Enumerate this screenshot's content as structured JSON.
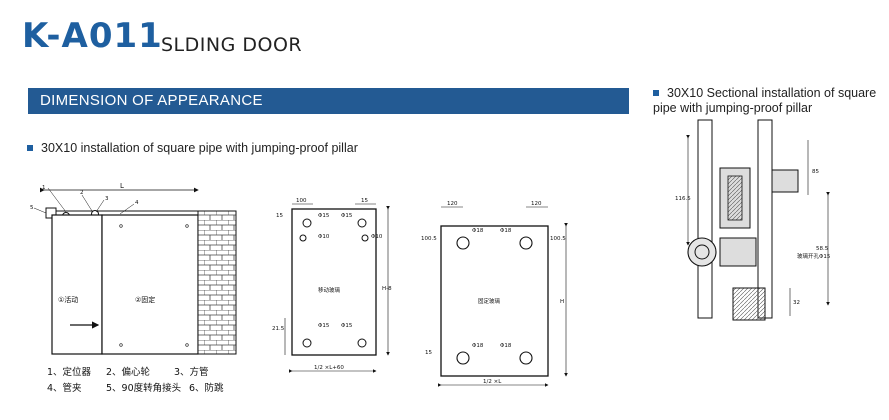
{
  "header": {
    "model_code": "K-A011",
    "product_name": "SLDING DOOR"
  },
  "section": {
    "title": "DIMENSION OF APPEARANCE"
  },
  "captions": {
    "main": "30X10 installation of square pipe with jumping-proof pillar",
    "side": "30X10 Sectional installation of square pipe with jumping-proof pillar"
  },
  "door_drawing": {
    "callouts": [
      "1",
      "2",
      "3",
      "4",
      "5"
    ],
    "length_label": "L",
    "panel_moving": "①活动",
    "panel_fixed": "②固定"
  },
  "legend": {
    "row1": [
      "1、定位器",
      "2、偏心轮",
      "3、方管"
    ],
    "row2": [
      "4、管夹",
      "5、90度转角接头",
      "6、防跳"
    ]
  },
  "moving_panel": {
    "dims_top": [
      "100",
      "15"
    ],
    "holes": [
      "Φ15",
      "Φ15",
      "Φ10",
      "Φ10",
      "Φ15",
      "Φ15"
    ],
    "label": "移动玻璃",
    "dim_side": [
      "21.5",
      "15"
    ],
    "height": "H-8",
    "width": "1/2 ×L+60"
  },
  "fixed_panel": {
    "dims_top": [
      "120",
      "120"
    ],
    "dims_side": [
      "100.5",
      "100.5",
      "15"
    ],
    "holes": [
      "Φ18",
      "Φ18",
      "Φ18",
      "Φ18"
    ],
    "label": "固定玻璃",
    "height": "H",
    "width": "1/2 ×L"
  },
  "section_drawing": {
    "dims": [
      "116.5",
      "85",
      "58.5",
      "32"
    ],
    "hole_note": "玻璃开孔Φ15"
  }
}
